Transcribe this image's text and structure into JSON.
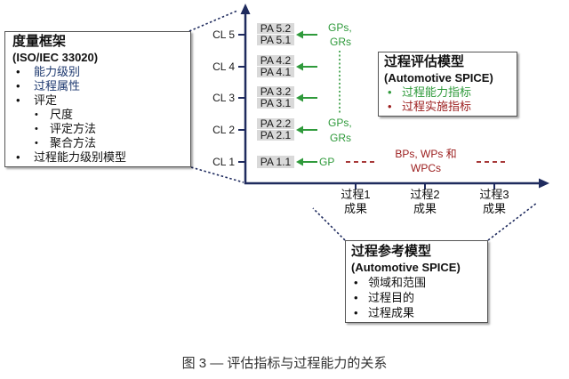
{
  "caption": "图 3 — 评估指标与过程能力的关系",
  "colors": {
    "axis_and_connectors": "#1f2b5e",
    "capability_indicators": "#2f9a3b",
    "performance_indicators": "#9b1c1c",
    "process_attribute_fill": "#d9d9d9",
    "framework_highlight_text": "#1f3a70"
  },
  "measurement_framework": {
    "title": "度量框架",
    "standard": "(ISO/IEC 33020)",
    "items": [
      "能力级别",
      "过程属性",
      "评定",
      "过程能力级别模型"
    ],
    "rating_sub_items": [
      "尺度",
      "评定方法",
      "聚合方法"
    ]
  },
  "capability_levels": [
    {
      "label": "CL 5",
      "attributes": [
        "PA 5.2",
        "PA 5.1"
      ]
    },
    {
      "label": "CL 4",
      "attributes": [
        "PA 4.2",
        "PA 4.1"
      ]
    },
    {
      "label": "CL 3",
      "attributes": [
        "PA 3.2",
        "PA 3.1"
      ]
    },
    {
      "label": "CL 2",
      "attributes": [
        "PA 2.2",
        "PA 2.1"
      ]
    },
    {
      "label": "CL 1",
      "attributes": [
        "PA 1.1"
      ]
    }
  ],
  "capability_indicators": {
    "upper": [
      "GPs,",
      "GRs"
    ],
    "lower": [
      "GPs,",
      "GRs"
    ],
    "level1": "GP"
  },
  "performance_indicators": [
    "BPs, WPs 和",
    "WPCs"
  ],
  "process_outcomes": [
    {
      "process": "过程1",
      "label": "成果"
    },
    {
      "process": "过程2",
      "label": "成果"
    },
    {
      "process": "过程3",
      "label": "成果"
    }
  ],
  "assessment_model": {
    "title": "过程评估模型",
    "subtitle": "(Automotive SPICE)",
    "items": [
      "过程能力指标",
      "过程实施指标"
    ]
  },
  "reference_model": {
    "title": "过程参考模型",
    "subtitle": "(Automotive SPICE)",
    "items": [
      "领域和范围",
      "过程目的",
      "过程成果"
    ]
  }
}
